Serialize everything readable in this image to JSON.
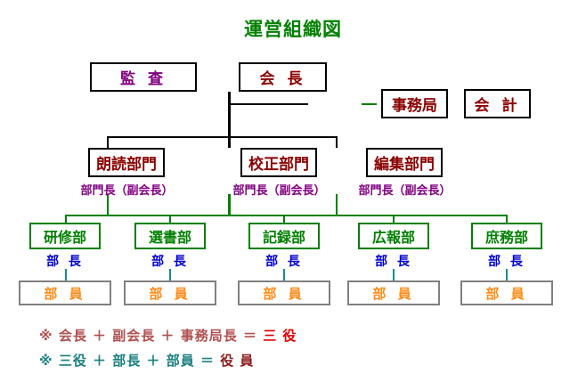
{
  "title": "運営組織図",
  "colors": {
    "title_green": "#008000",
    "box_green": "#008000",
    "box_black": "#000000",
    "box_gray": "#808080",
    "dark_red": "#8B0000",
    "purple": "#800080",
    "blue": "#0000CD",
    "orange": "#FF8C1A",
    "teal": "#1A8C8C",
    "note_red": "#B05050",
    "note_highlight_red": "#E00000",
    "note_highlight_maroon": "#8B1A1A",
    "background": "#ffffff"
  },
  "top_level": {
    "audit": "監 査",
    "chairman": "会 長",
    "secretariat": "事務局",
    "accounting": "会 計"
  },
  "departments": [
    {
      "name": "朗読部門",
      "role": "部門長（副会長）"
    },
    {
      "name": "校正部門",
      "role": "部門長（副会長）"
    },
    {
      "name": "編集部門",
      "role": "部門長（副会長）"
    }
  ],
  "sections": [
    {
      "name": "研修部",
      "chief": "部 長",
      "member": "部 員"
    },
    {
      "name": "選書部",
      "chief": "部 長",
      "member": "部 員"
    },
    {
      "name": "記録部",
      "chief": "部 長",
      "member": "部 員"
    },
    {
      "name": "広報部",
      "chief": "部 長",
      "member": "部 員"
    },
    {
      "name": "庶務部",
      "chief": "部 長",
      "member": "部 員"
    }
  ],
  "notes": [
    {
      "marker": "※",
      "body": "会長 ＋ 副会長 ＋ 事務局長 ＝",
      "result": "三 役"
    },
    {
      "marker": "※",
      "body": "三役 ＋ 部長 ＋ 部員 ＝",
      "result": "役 員"
    }
  ]
}
